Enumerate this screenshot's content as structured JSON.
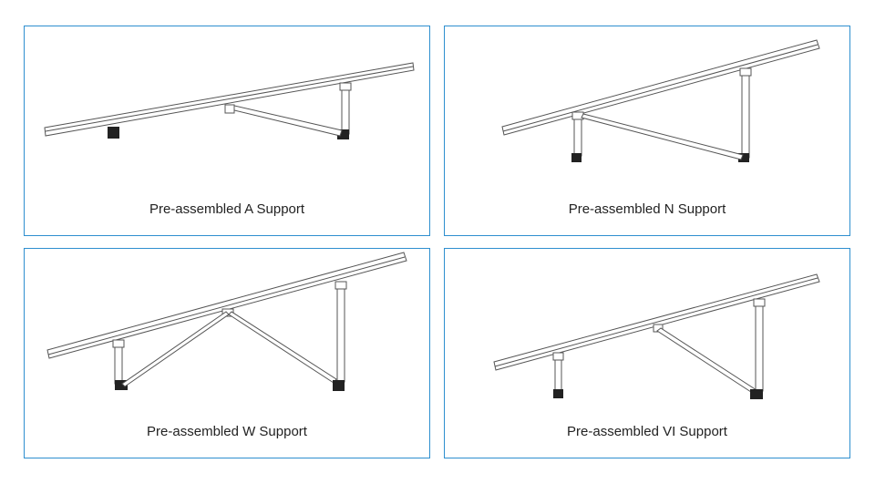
{
  "panels": [
    {
      "caption": "Pre-assembled A Support"
    },
    {
      "caption": "Pre-assembled N Support"
    },
    {
      "caption": "Pre-assembled W Support"
    },
    {
      "caption": "Pre-assembled VI Support"
    }
  ],
  "colors": {
    "border": "#2e8fcf",
    "line": "#555555",
    "foot": "#222222"
  }
}
